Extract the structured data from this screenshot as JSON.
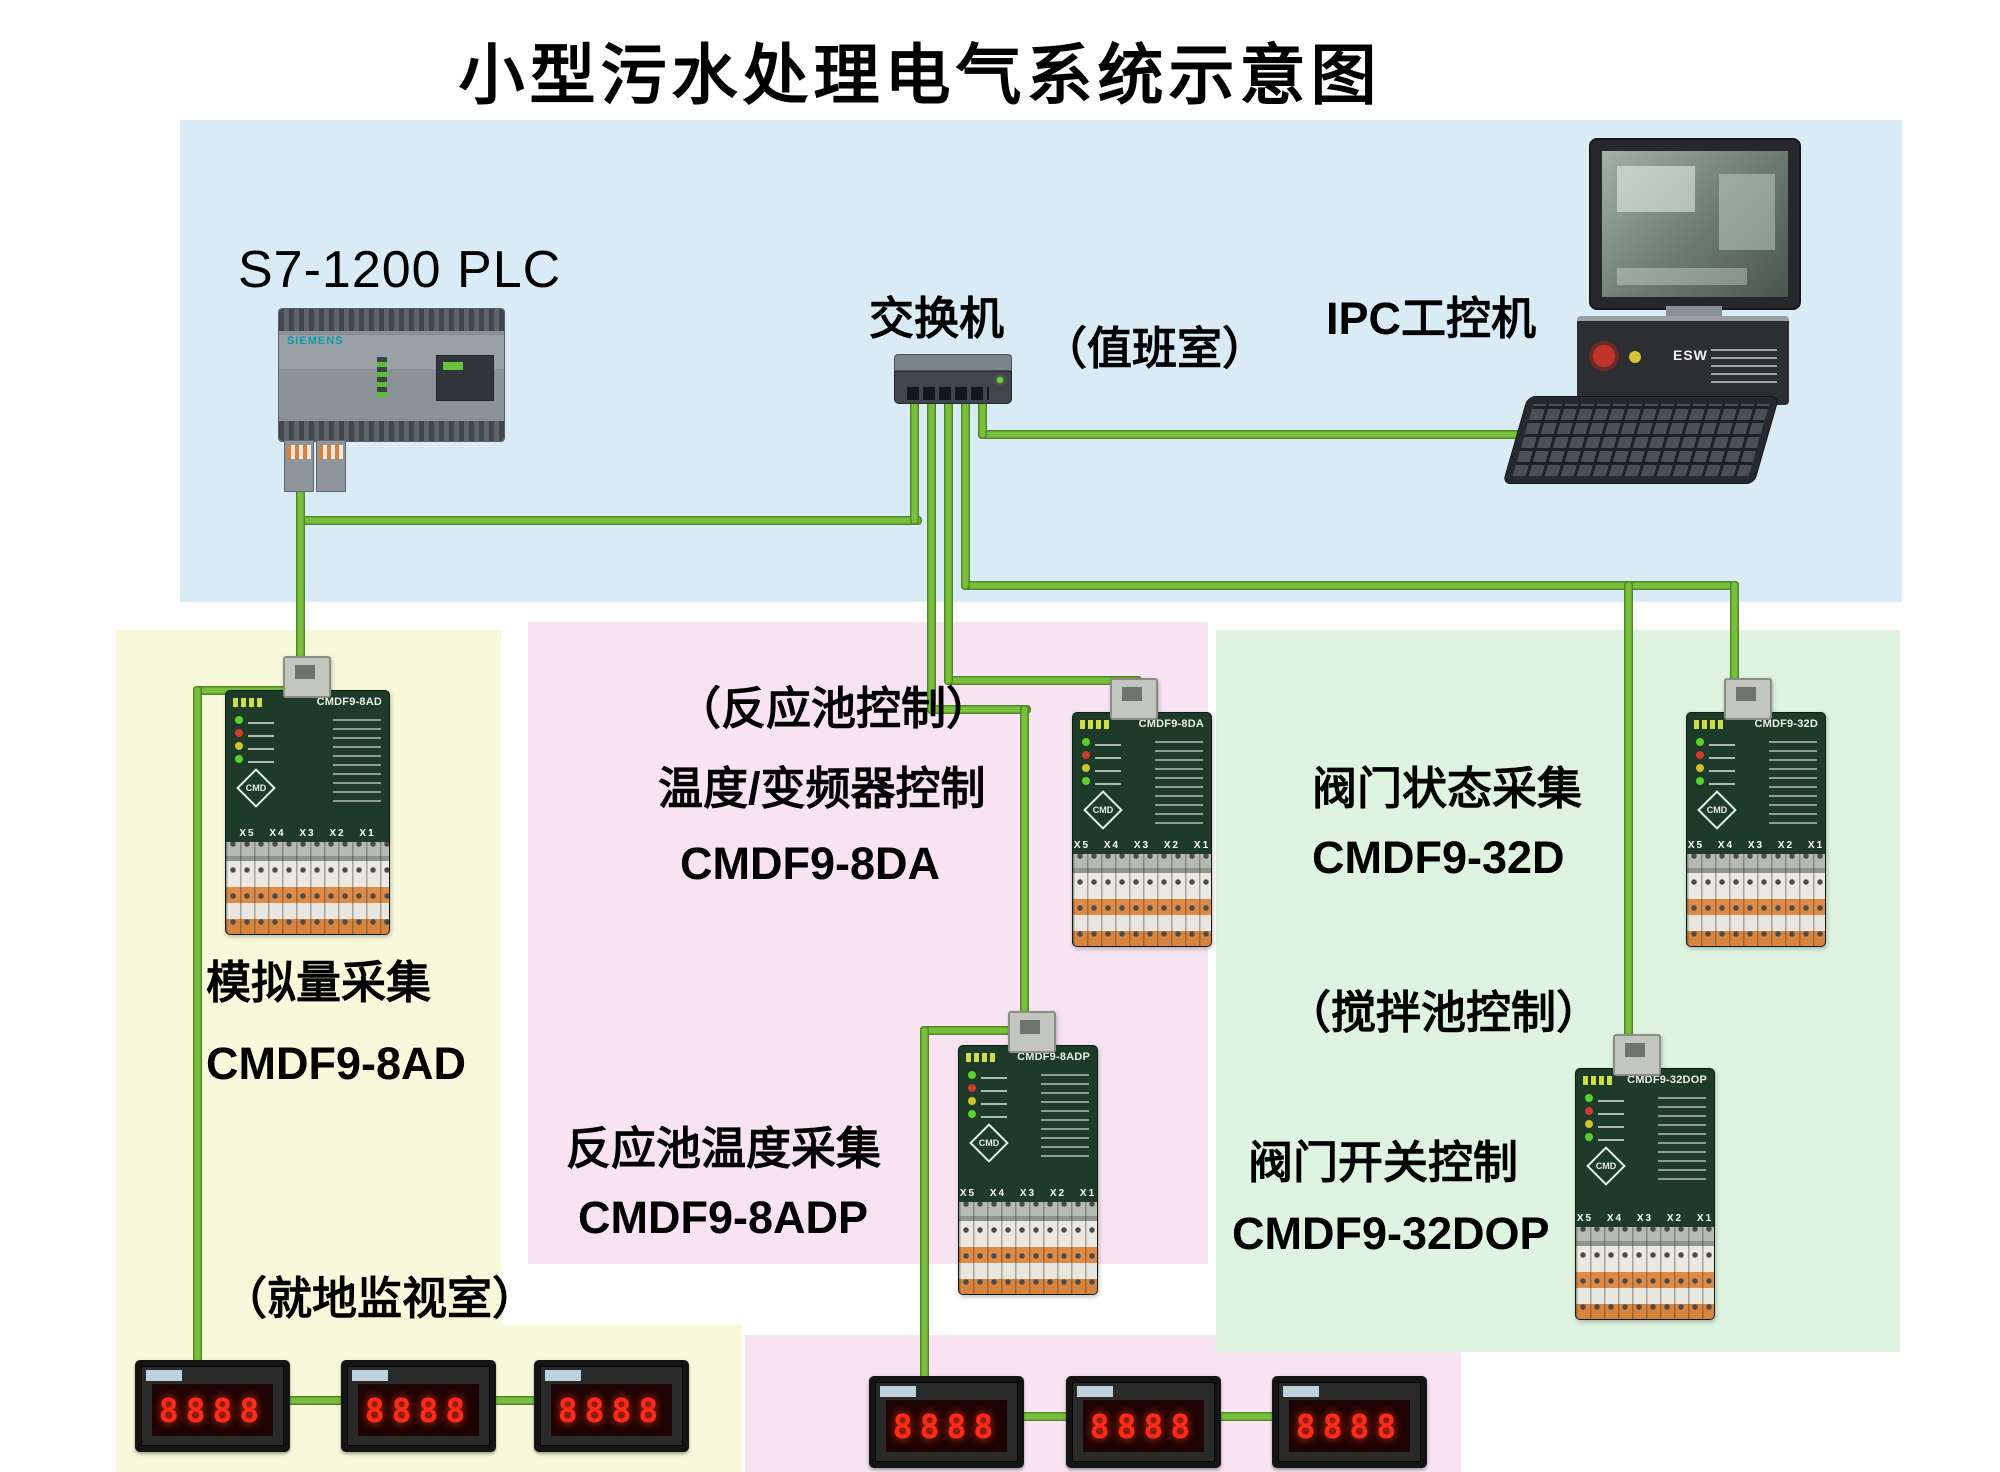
{
  "title": "小型污水处理电气系统示意图",
  "colors": {
    "cable": "#79bf3d",
    "panel_blue": "#d9ecf5",
    "panel_yellow": "#f8f9da",
    "panel_pink": "#f7e3f1",
    "panel_green": "#dff3e1"
  },
  "top_section": {
    "plc_label": "S7-1200  PLC",
    "plc_brand": "SIEMENS",
    "switch_label": "交换机",
    "duty_room_label": "（值班室）",
    "ipc_label": "IPC工控机",
    "ipc_badge": "ESW"
  },
  "left_section": {
    "function_label": "模拟量采集",
    "model_label": "CMDF9-8AD",
    "room_label": "（就地监视室）"
  },
  "middle_section": {
    "control_label": "（反应池控制）",
    "function_label_top": "温度/变频器控制",
    "model_label_top": "CMDF9-8DA",
    "function_label_bottom": "反应池温度采集",
    "model_label_bottom": "CMDF9-8ADP"
  },
  "right_section": {
    "function_label_top": "阀门状态采集",
    "model_label_top": "CMDF9-32D",
    "control_label": "（搅拌池控制）",
    "function_label_bottom": "阀门开关控制",
    "model_label_bottom": "CMDF9-32DOP"
  },
  "devices": {
    "modules": [
      {
        "id": "cmdf9-8ad",
        "model": "CMDF9-8AD"
      },
      {
        "id": "cmdf9-8da",
        "model": "CMDF9-8DA"
      },
      {
        "id": "cmdf9-32d",
        "model": "CMDF9-32D"
      },
      {
        "id": "cmdf9-8adp",
        "model": "CMDF9-8ADP"
      },
      {
        "id": "cmdf9-32dop",
        "model": "CMDF9-32DOP"
      }
    ],
    "module_brand": "CMD",
    "terminal_labels": "X5 X4 X3 X2 X1",
    "meter_value": "8888"
  }
}
